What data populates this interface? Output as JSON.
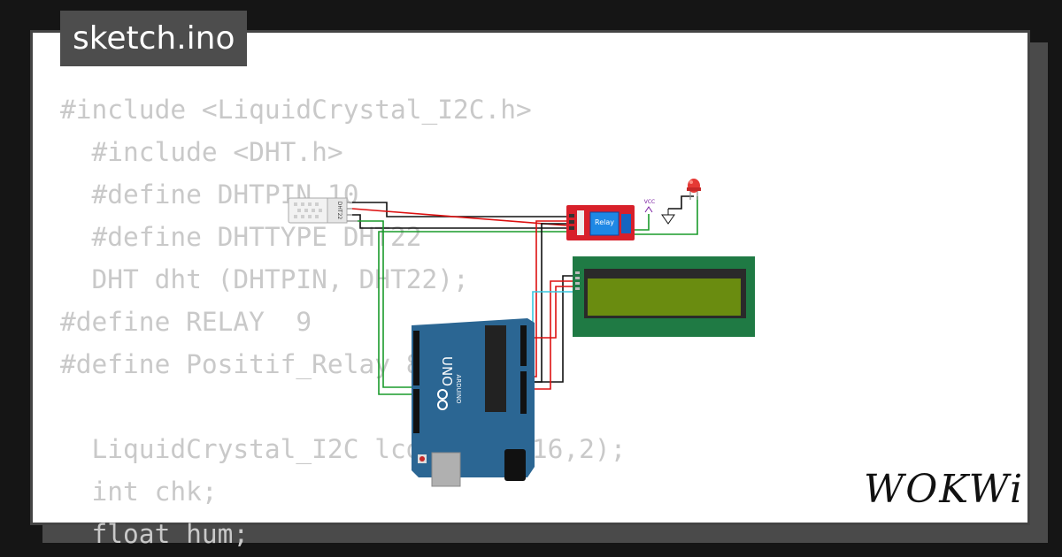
{
  "project": {
    "filename": "sketch.ino"
  },
  "code_lines": [
    "#include <LiquidCrystal_I2C.h>",
    "  #include <DHT.h>",
    "  #define DHTPIN 10",
    "  #define DHTTYPE DHT22",
    "  DHT dht (DHTPIN, DHT22);",
    "#define RELAY  9",
    "#define Positif_Relay 8",
    "",
    "  LiquidCrystal_I2C lcd(0x27, 16,2);",
    "  int chk;",
    "  float hum;"
  ],
  "components": {
    "dht_label": "DHT22",
    "relay_label": "Relay",
    "vcc_label": "VCC",
    "board_label": "UNO",
    "board_brand": "ARDUINO"
  },
  "brand": {
    "logo_text": "WOKWi"
  },
  "colors": {
    "background": "#151515",
    "card": "#ffffff",
    "code_text": "#c9c9c9",
    "tab": "#4d4d4d",
    "arduino": "#2b6693",
    "lcd_board": "#1f7a44",
    "lcd_screen": "#6a8c10",
    "relay_board": "#d8202a"
  }
}
